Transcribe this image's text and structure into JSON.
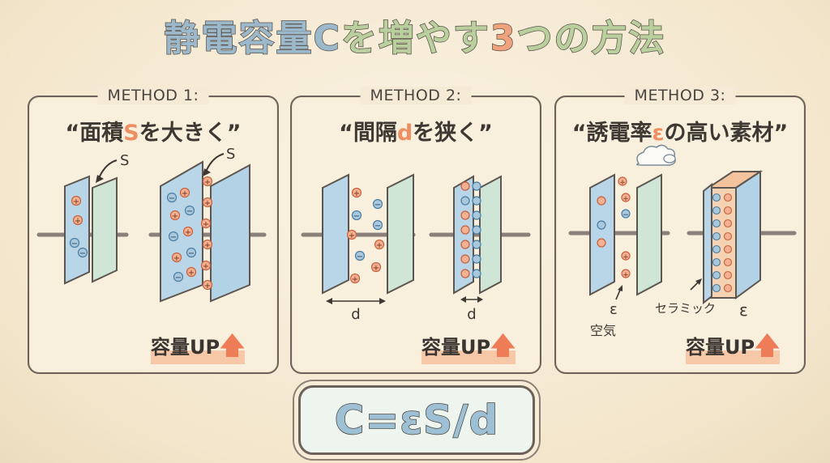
{
  "title": {
    "part1": "静電容量",
    "part2": "C",
    "part3": "を増やす",
    "part4": "3",
    "part5": "つの方法"
  },
  "methods": [
    {
      "label": "METHOD 1:",
      "subtitle_pre": "“面積",
      "subtitle_hl": "S",
      "subtitle_post": "を大きく”",
      "annotation_small": "S",
      "annotation_large": "S",
      "caption": "容量UP"
    },
    {
      "label": "METHOD 2:",
      "subtitle_pre": "“間隔",
      "subtitle_hl": "d",
      "subtitle_post": "を狭く”",
      "annotation_wide": "d",
      "annotation_narrow": "d",
      "caption": "容量UP"
    },
    {
      "label": "METHOD 3:",
      "subtitle_pre": "“誘電率",
      "subtitle_hl": "ε",
      "subtitle_post": "の高い素材”",
      "annotation_air_symbol": "ε",
      "annotation_air_label": "空気",
      "annotation_ceramic_label": "セラミック",
      "annotation_ceramic_symbol": "ε",
      "caption": "容量UP"
    }
  ],
  "formula": "C=εS/d",
  "icons": {
    "positive": "plus-charge-icon",
    "negative": "minus-charge-icon",
    "arrow": "up-arrow-icon",
    "cloud": "cloud-icon"
  },
  "colors": {
    "plate_blue": "#b9d6e8",
    "plate_green": "#cfe6d6",
    "positive": "#ee8f63",
    "negative": "#77a3c4",
    "accent": "#ee7c56"
  }
}
